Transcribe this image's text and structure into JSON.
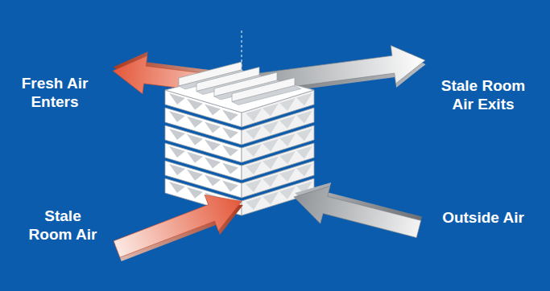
{
  "diagram": {
    "labels": [
      "Fresh Air Enters",
      "Stale Room Air Exits",
      "Stale Room Air",
      "Outside Air"
    ]
  }
}
